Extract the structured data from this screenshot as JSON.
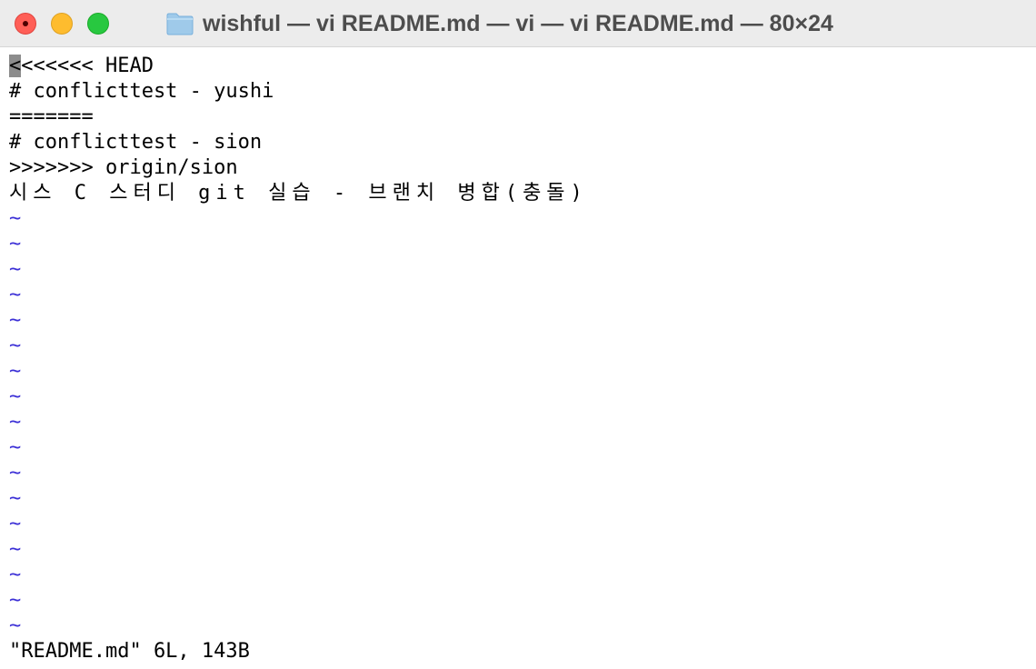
{
  "window": {
    "title": "wishful — vi README.md — vi — vi README.md — 80×24",
    "buttons": {
      "close": "close",
      "minimize": "minimize",
      "zoom": "zoom"
    },
    "colors": {
      "close": "#ff5f57",
      "minimize": "#febc2e",
      "zoom": "#28c840",
      "tilde": "#3b2fd6"
    }
  },
  "editor": {
    "cursor_char": "<",
    "lines": [
      "<<<<<<< HEAD",
      "# conflicttest - yushi",
      "=======",
      "# conflicttest - sion",
      ">>>>>>> origin/sion",
      "시스 C 스터디 git 실습 - 브랜치 병합(충돌)"
    ],
    "line1_rest": "<<<<<< HEAD",
    "tilde": "~",
    "status": "\"README.md\" 6L, 143B"
  }
}
